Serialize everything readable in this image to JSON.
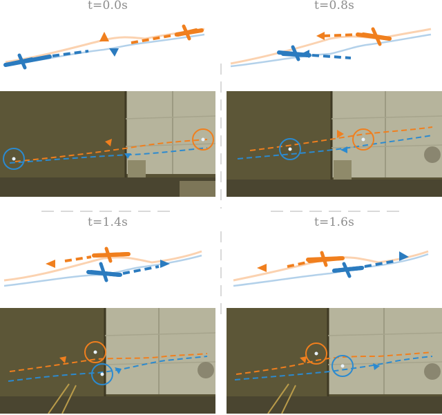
{
  "colors": {
    "orange": "#f07f1e",
    "blue": "#2b7bbf",
    "light_orange": "#fbd2b0",
    "light_blue": "#b3d1ea",
    "label_gray": "#8c8c8c",
    "divider_gray": "#d9d9d9",
    "photo_wall_dark": "#585235",
    "photo_wall_light": "#b6b49c"
  },
  "panels": [
    {
      "time_label": "t=0.0s"
    },
    {
      "time_label": "t=0.8s"
    },
    {
      "time_label": "t=1.4s"
    },
    {
      "time_label": "t=1.6s"
    }
  ]
}
